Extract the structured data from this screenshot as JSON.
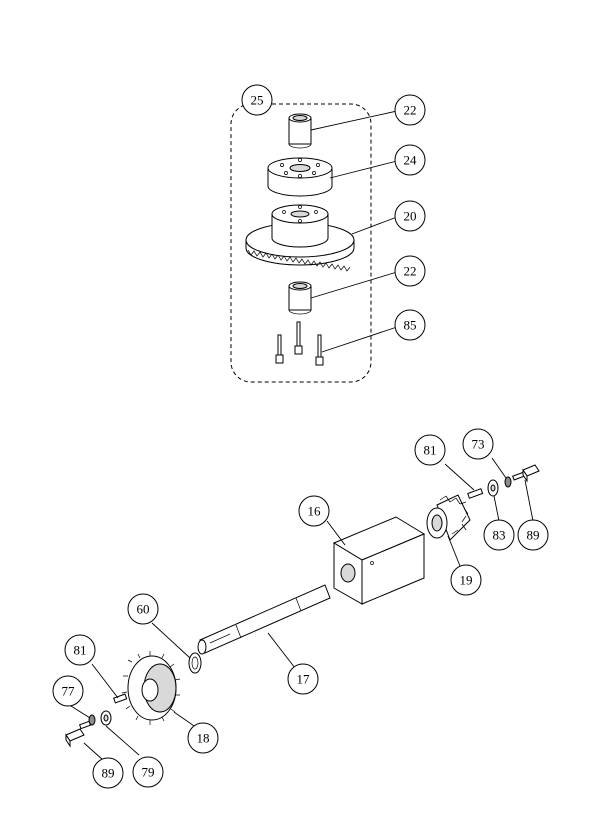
{
  "callouts": [
    {
      "id": "c25",
      "label": "25"
    },
    {
      "id": "c22a",
      "label": "22"
    },
    {
      "id": "c24",
      "label": "24"
    },
    {
      "id": "c20",
      "label": "20"
    },
    {
      "id": "c22b",
      "label": "22"
    },
    {
      "id": "c85",
      "label": "85"
    },
    {
      "id": "c81a",
      "label": "81"
    },
    {
      "id": "c73",
      "label": "73"
    },
    {
      "id": "c16",
      "label": "16"
    },
    {
      "id": "c83",
      "label": "83"
    },
    {
      "id": "c89a",
      "label": "89"
    },
    {
      "id": "c19",
      "label": "19"
    },
    {
      "id": "c60",
      "label": "60"
    },
    {
      "id": "c17",
      "label": "17"
    },
    {
      "id": "c81b",
      "label": "81"
    },
    {
      "id": "c77",
      "label": "77"
    },
    {
      "id": "c18",
      "label": "18"
    },
    {
      "id": "c89b",
      "label": "89"
    },
    {
      "id": "c79",
      "label": "79"
    }
  ]
}
